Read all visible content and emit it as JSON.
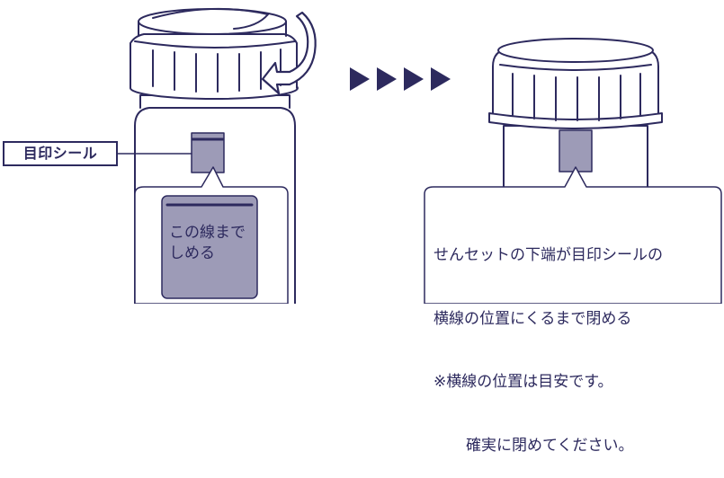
{
  "left_figure": {
    "seal_label": "目印シール",
    "zoom_text_line1": "この線まで",
    "zoom_text_line2": "しめる"
  },
  "arrows": {
    "count": 4,
    "glyph": "▶"
  },
  "right_figure": {
    "note_line1": "せんセットの下端が目印シールの",
    "note_line2": "横線の位置にくるまで閉める",
    "note_line3": "※横線の位置は目安です。",
    "note_line4": "確実に閉めてください。"
  },
  "colors": {
    "outline": "#2d2a5e",
    "seal_fill": "#8c8aa8",
    "seal_fill_light": "#9d9bb7",
    "background": "#ffffff"
  }
}
